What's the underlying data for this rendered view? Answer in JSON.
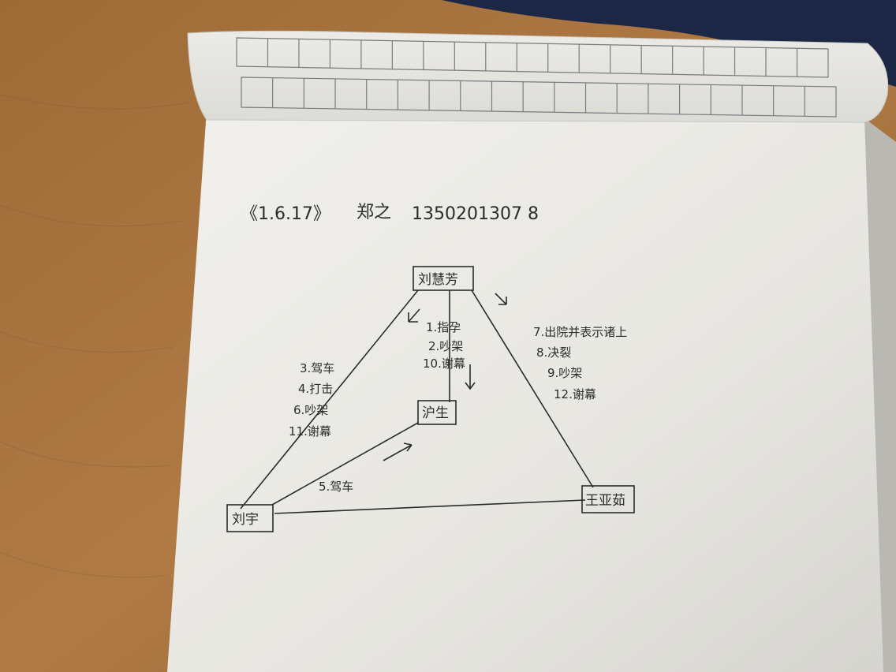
{
  "header": {
    "title": "《1.6.17》",
    "name": "郑之",
    "number": "1350201307 8"
  },
  "nodes": {
    "top": "刘慧芳",
    "middle": "沪生",
    "left": "刘宇",
    "right": "王亚茹"
  },
  "edges": {
    "top_to_middle": [
      "1.指孕",
      "2.吵架",
      "10.谢幕"
    ],
    "top_to_left": [
      "3.驾车",
      "4.打击",
      "6.吵架",
      "11.谢幕"
    ],
    "top_to_right": [
      "7.出院并表示诸上",
      "8.决裂",
      "9.吵架",
      "12.谢幕"
    ],
    "left_to_middle": [
      "5.驾车"
    ]
  },
  "colors": {
    "table": "#a8743f",
    "paper": "#ecebe6",
    "ink": "#2b2b2b",
    "cloth": "#1c2745"
  }
}
